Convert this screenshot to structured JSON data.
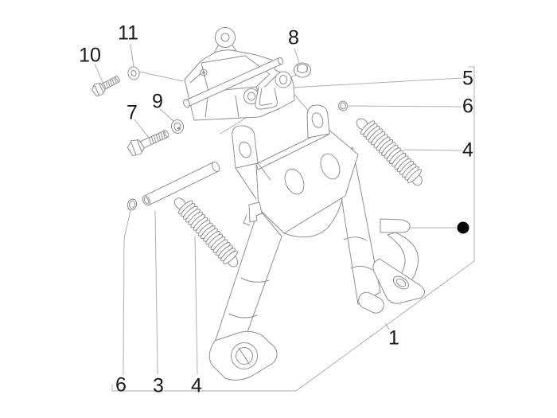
{
  "callouts": [
    {
      "id": "c10",
      "label": "10"
    },
    {
      "id": "c11",
      "label": "11"
    },
    {
      "id": "c7",
      "label": "7"
    },
    {
      "id": "c9",
      "label": "9"
    },
    {
      "id": "c8",
      "label": "8"
    },
    {
      "id": "c5",
      "label": "5"
    },
    {
      "id": "c6-right",
      "label": "6"
    },
    {
      "id": "c4-right",
      "label": "4"
    },
    {
      "id": "c1",
      "label": "1"
    },
    {
      "id": "c6-bottom",
      "label": "6"
    },
    {
      "id": "c3",
      "label": "3"
    },
    {
      "id": "c4-bottom",
      "label": "4"
    }
  ],
  "marker": {
    "shape": "filled-circle"
  },
  "palette": {
    "background": "#ffffff",
    "part_line": "#8f8f8f",
    "leader_line": "#aeaeae",
    "label_text": "#1a1a1a",
    "marker_dot": "#000000"
  }
}
